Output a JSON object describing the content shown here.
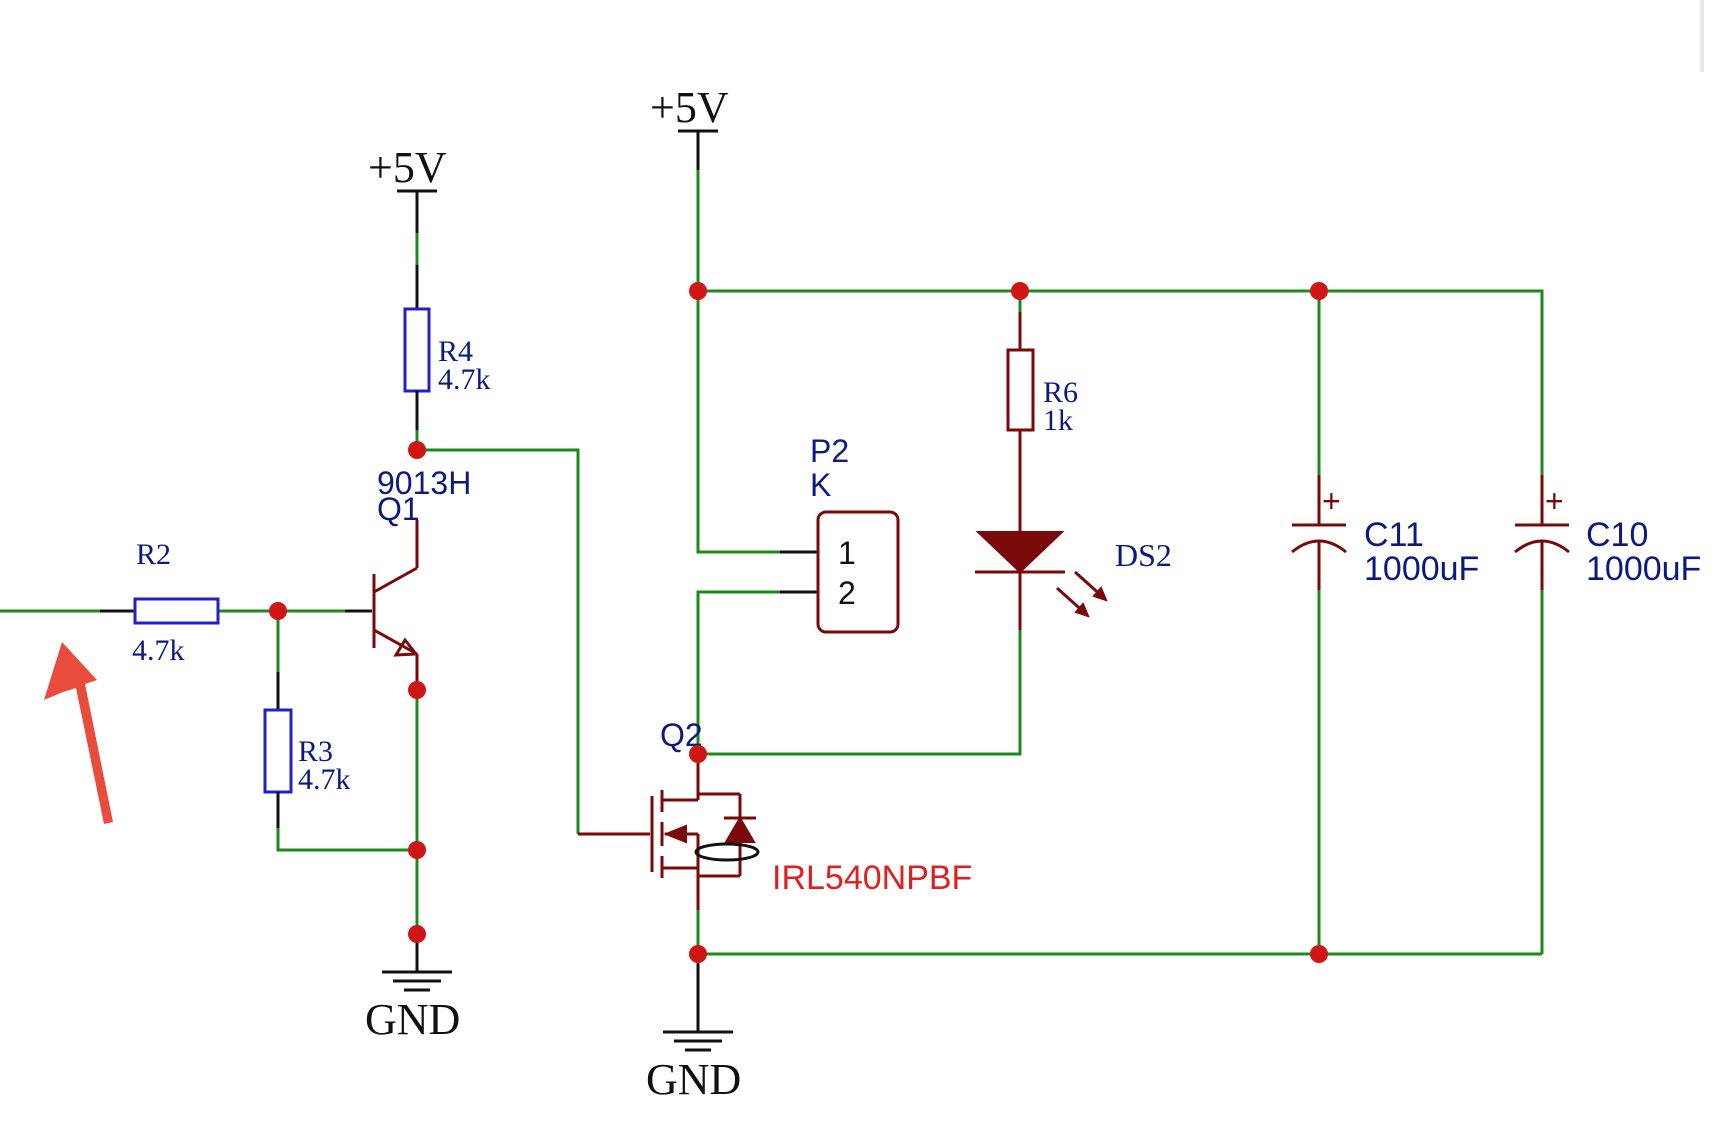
{
  "schematic": {
    "power": {
      "vcc_left": "+5V",
      "vcc_right": "+5V",
      "gnd_left": "GND",
      "gnd_right": "GND"
    },
    "r2": {
      "ref": "R2",
      "value": "4.7k"
    },
    "r3": {
      "ref": "R3",
      "value": "4.7k"
    },
    "r4": {
      "ref": "R4",
      "value": "4.7k"
    },
    "r6": {
      "ref": "R6",
      "value": "1k"
    },
    "q1": {
      "ref": "Q1",
      "value": "9013H"
    },
    "q2": {
      "ref": "Q2",
      "value": "IRL540NPBF"
    },
    "p2": {
      "ref": "P2",
      "value": "K",
      "pins": [
        "1",
        "2"
      ]
    },
    "ds2": {
      "ref": "DS2"
    },
    "c11": {
      "ref": "C11",
      "value": "1000uF",
      "polarity": "+"
    },
    "c10": {
      "ref": "C10",
      "value": "1000uF",
      "polarity": "+"
    }
  },
  "colors": {
    "wire": "#1e8a1e",
    "component": "#7a0a0a",
    "resistor": "#2020d0",
    "junction": "#d01515",
    "label": "#0a1a80",
    "part_highlight": "#e02020",
    "annotation_arrow": "#e84c3d"
  }
}
